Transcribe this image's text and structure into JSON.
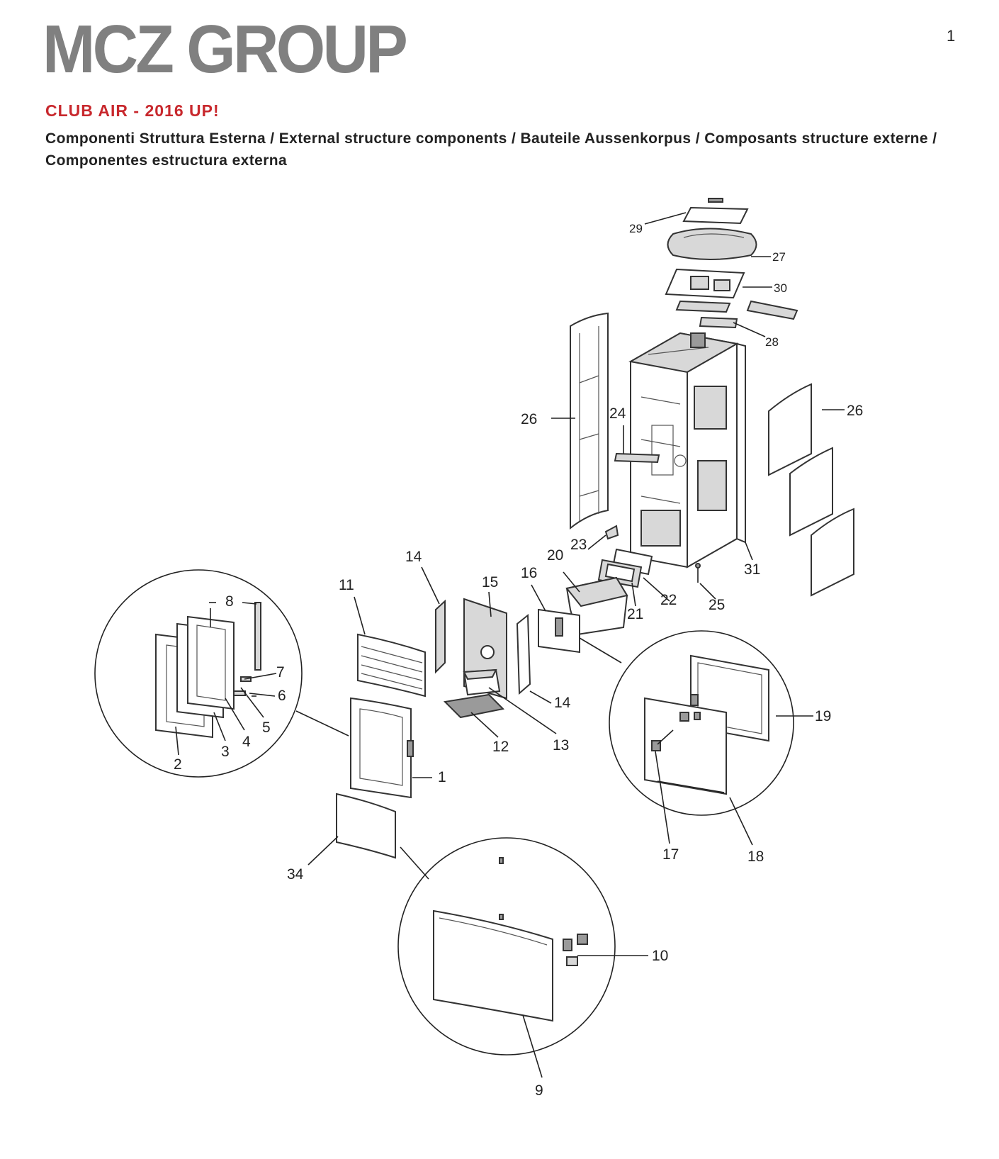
{
  "header": {
    "logo_text": "MCZ GROUP",
    "page_number": "1",
    "model_title": "CLUB AIR - 2016 UP!",
    "subtitle": "Componenti Struttura Esterna / External structure components / Bauteile Aussenkorpus / Composants structure externe / Componentes estructura externa"
  },
  "callouts": [
    "1",
    "2",
    "3",
    "4",
    "5",
    "6",
    "7",
    "8",
    "9",
    "10",
    "11",
    "12",
    "13",
    "14",
    "14",
    "15",
    "16",
    "17",
    "18",
    "19",
    "20",
    "21",
    "22",
    "23",
    "24",
    "25",
    "26",
    "26",
    "27",
    "28",
    "29",
    "30",
    "31",
    "34"
  ],
  "colors": {
    "title_red": "#c8282d",
    "logo_grey": "#808080",
    "line": "#222222"
  }
}
